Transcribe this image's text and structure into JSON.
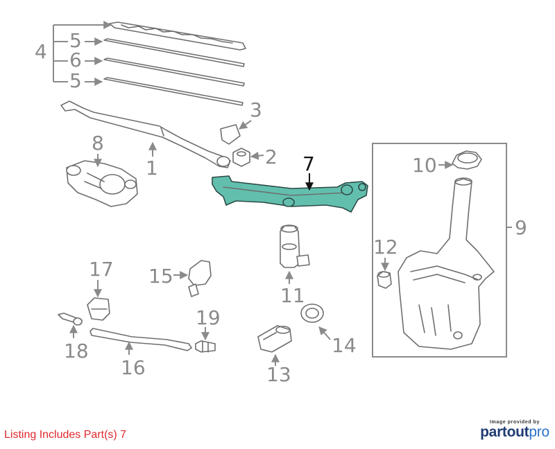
{
  "diagram": {
    "labels": {
      "p1": "1",
      "p2": "2",
      "p3": "3",
      "p4": "4",
      "p5a": "5",
      "p5b": "5",
      "p6": "6",
      "p7": "7",
      "p8": "8",
      "p9": "9",
      "p10": "10",
      "p11": "11",
      "p12": "12",
      "p13": "13",
      "p14": "14",
      "p15": "15",
      "p16": "16",
      "p17": "17",
      "p18": "18",
      "p19": "19"
    },
    "highlight_part": "7",
    "colors": {
      "highlight_fill": "#62bfae",
      "label": "#8a8a8a",
      "outline": "#6e6e6e",
      "listing_text": "#e0282d"
    }
  },
  "footer": {
    "listing_text": "Listing Includes Part(s) 7",
    "logo_caption": "Image provided by",
    "logo_word_a": "partout",
    "logo_word_b": "pro"
  }
}
